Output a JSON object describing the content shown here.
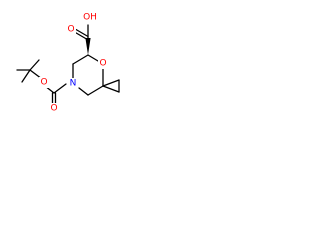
{
  "molecule": {
    "atoms": {
      "carboxyl_oh": {
        "label": "OH",
        "color": "#ff0000"
      },
      "carboxyl_o": {
        "label": "O",
        "color": "#ff0000"
      },
      "ring_o": {
        "label": "O",
        "color": "#ff0000"
      },
      "ring_n": {
        "label": "N",
        "color": "#0000ff"
      },
      "boc_o_ester": {
        "label": "O",
        "color": "#ff0000"
      },
      "boc_o_carbonyl": {
        "label": "O",
        "color": "#ff0000"
      }
    },
    "colors": {
      "bond": "#000000",
      "oxygen": "#ff0000",
      "nitrogen": "#0000ff"
    }
  }
}
